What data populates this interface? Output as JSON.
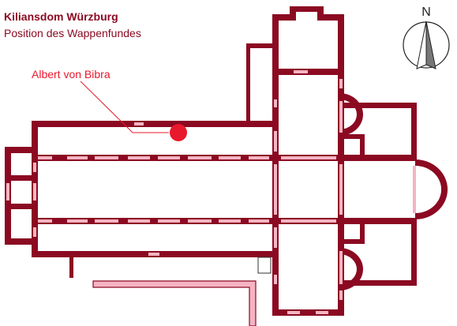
{
  "header": {
    "title": "Kiliansdom Würzburg",
    "subtitle": "Position des Wappenfundes"
  },
  "annotation": {
    "label": "Albert von Bibra"
  },
  "compass": {
    "north_label": "N"
  },
  "colors": {
    "wall": "#8b0a22",
    "opening": "#f5b3c3",
    "marker": "#e8192c",
    "title": "#8b0a22",
    "label": "#e8192c"
  }
}
